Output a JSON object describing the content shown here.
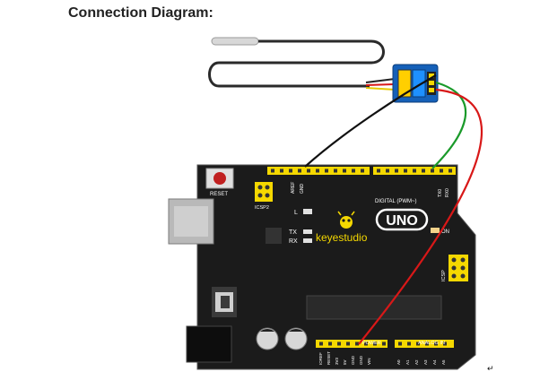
{
  "heading": "Connection Diagram:",
  "board": {
    "brand": "keyestudio",
    "model": "UNO",
    "reset_label": "RESET",
    "icsp2_label": "ICSP2",
    "icsp_label": "ICSP",
    "aref_label": "AREF",
    "gnd_label": "GND",
    "digital_label": "DIGITAL (PWM~)",
    "tx_label": "TX",
    "rx_label": "RX",
    "l_label": "L",
    "on_label": "ON",
    "power_label": "POWER",
    "analog_label": "ANALOG IN",
    "ioref_label": "IOREF",
    "reset_pin_label": "RESET",
    "v33_label": "3V3",
    "v5_label": "5V",
    "gnd1_label": "GND",
    "gnd2_label": "GND",
    "vin_label": "VIN",
    "a0_label": "A0",
    "a1_label": "A1",
    "a2_label": "A2",
    "a3_label": "A3",
    "a4_label": "A4",
    "a5_label": "A5",
    "txd_label": "TX0",
    "rxd_label": "RX0"
  },
  "wire_colors": {
    "signal": "#1a9a2a",
    "power": "#d81818",
    "ground": "#111111"
  },
  "colors": {
    "board": "#1b1b1b",
    "header": "#f5d800",
    "module": "#1560b8",
    "probe": "#2a2a2a"
  },
  "return_mark": "↵"
}
